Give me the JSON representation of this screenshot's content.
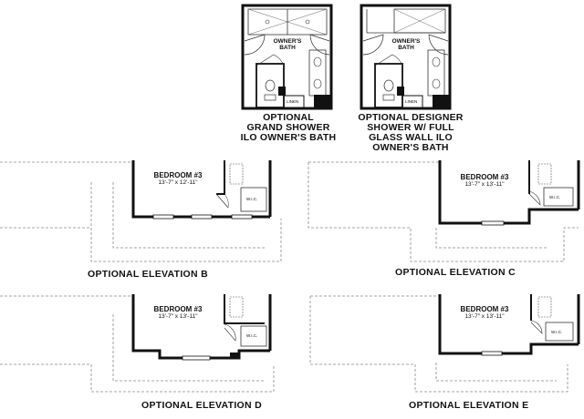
{
  "bath_options": [
    {
      "caption": "OPTIONAL\nGRAND SHOWER\nILO OWNER'S BATH",
      "room_name": "OWNER'S\nBATH",
      "linen_label": "LINEN"
    },
    {
      "caption": "OPTIONAL DESIGNER\nSHOWER W/ FULL\nGLASS WALL ILO\nOWNER'S BATH",
      "room_name": "OWNER'S\nBATH",
      "linen_label": "LINEN"
    }
  ],
  "elevations": [
    {
      "title": "OPTIONAL ELEVATION B",
      "room_name": "BEDROOM #3",
      "room_dims": "13'-7\" x 12'-11\"",
      "closet_label": "W.I.C."
    },
    {
      "title": "OPTIONAL ELEVATION C",
      "room_name": "BEDROOM #3",
      "room_dims": "13'-7\" x 13'-11\"",
      "closet_label": "W.I.C."
    },
    {
      "title": "OPTIONAL ELEVATION D",
      "room_name": "BEDROOM #3",
      "room_dims": "13'-7\" x 13'-11\"",
      "closet_label": "W.I.C."
    },
    {
      "title": "OPTIONAL ELEVATION E",
      "room_name": "BEDROOM #3",
      "room_dims": "13'-7\" x 13'-11\"",
      "closet_label": "W.I.C."
    }
  ]
}
